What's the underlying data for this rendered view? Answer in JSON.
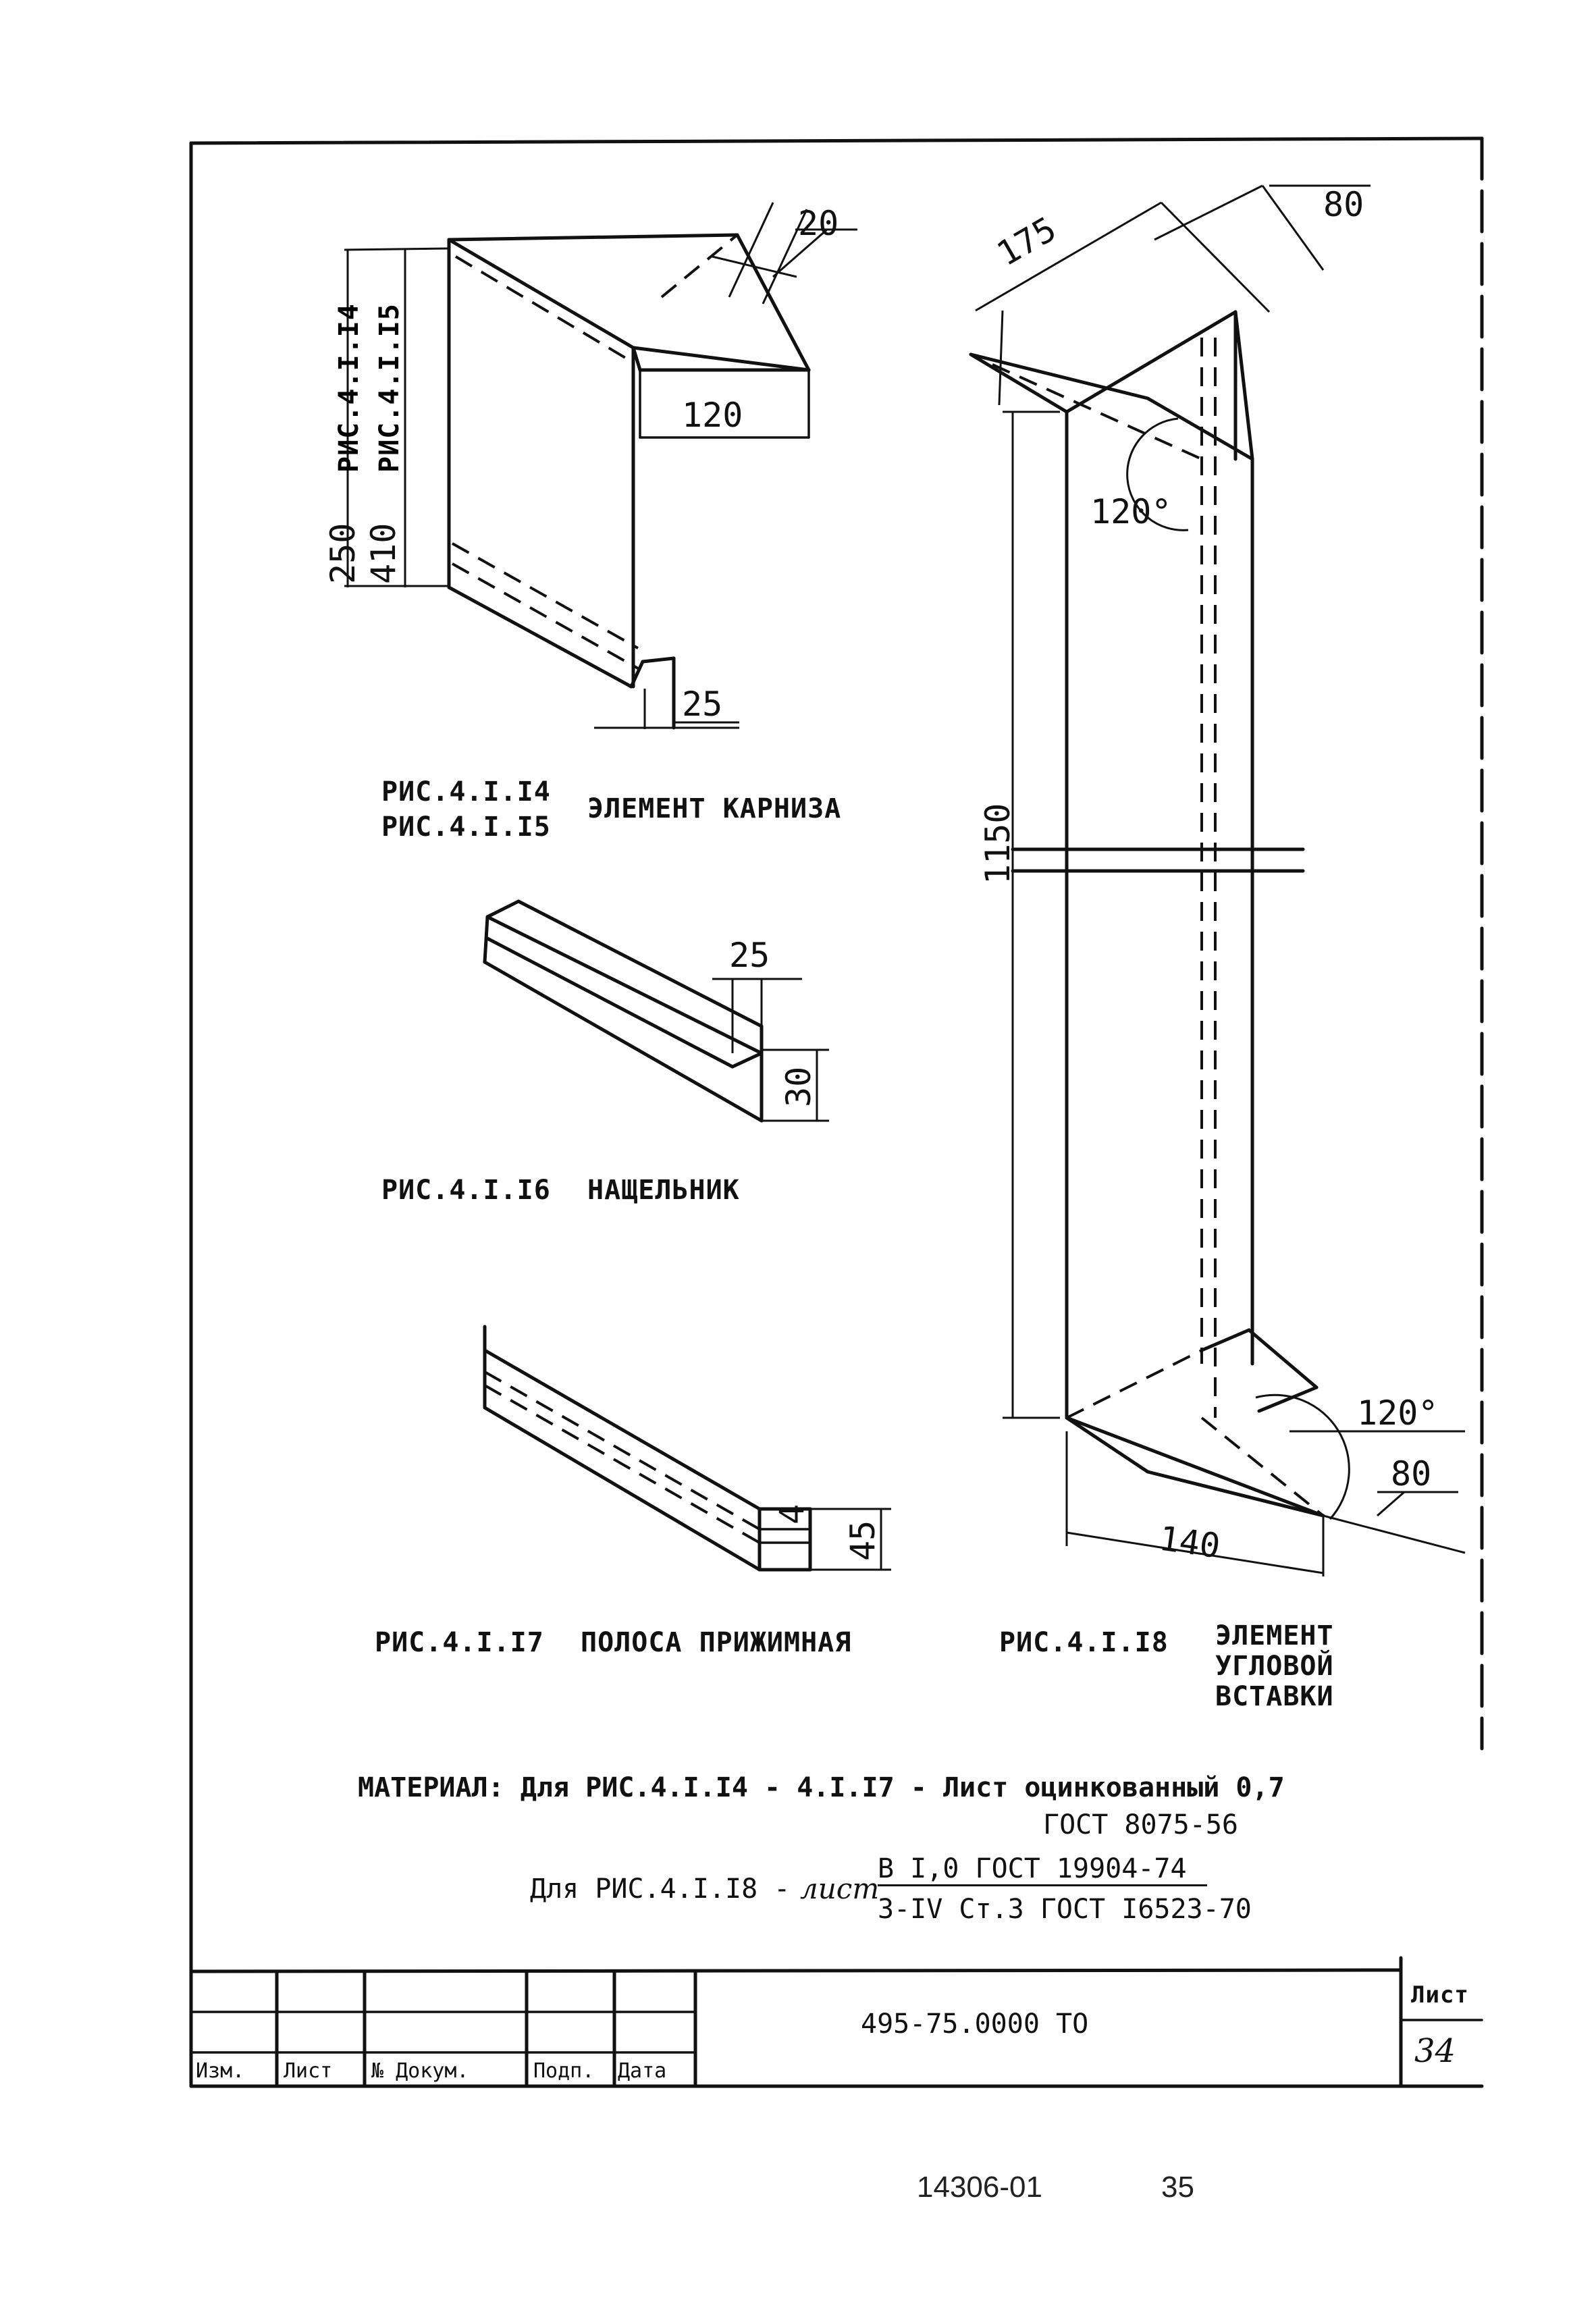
{
  "figures": {
    "fig_14_15": {
      "dims": {
        "d20": "20",
        "d120": "120",
        "d25": "25",
        "d250": "250",
        "d410": "410"
      },
      "ref_14": "РИС.4.I.I4",
      "ref_15": "РИС.4.I.I5",
      "caption_line1": "РИС.4.I.I4",
      "caption_line2": "РИС.4.I.I5",
      "caption_title": "ЭЛЕМЕНТ КАРНИЗА"
    },
    "fig_16": {
      "dims": {
        "d25": "25",
        "d30": "30"
      },
      "caption": "РИС.4.I.I6",
      "caption_title": "НАЩЕЛЬНИК"
    },
    "fig_17": {
      "dims": {
        "d4": "4",
        "d45": "45"
      },
      "caption": "РИС.4.I.I7",
      "caption_title": "ПОЛОСА ПРИЖИМНАЯ"
    },
    "fig_18": {
      "dims": {
        "d175": "175",
        "d80_top": "80",
        "d120deg_top": "120°",
        "d1150": "1150",
        "d120deg_bottom": "120°",
        "d80_bottom": "80",
        "d140": "140"
      },
      "caption": "РИС.4.I.I8",
      "caption_title_1": "ЭЛЕМЕНТ",
      "caption_title_2": "УГЛОВОЙ",
      "caption_title_3": "ВСТАВКИ"
    }
  },
  "material": {
    "line1": "МАТЕРИАЛ: Для РИС.4.I.I4 - 4.I.I7 - Лист оцинкованный 0,7",
    "line2": "ГОСТ 8075-56",
    "line3_prefix": "Для РИС.4.I.I8 -",
    "line3_hand": "лист",
    "fraction_top": "В I,0 ГОСТ 19904-74",
    "fraction_bottom": "3-IV Ст.3 ГОСТ I6523-70"
  },
  "title_block": {
    "col_izm": "Изм.",
    "col_list": "Лист",
    "col_dokum": "№ Докум.",
    "col_podp": "Подп.",
    "col_date": "Дата",
    "doc_code": "495-75.0000 ТО",
    "sheet_label": "Лист",
    "sheet_number": "34"
  },
  "footer": {
    "code": "14306-01",
    "page": "35"
  }
}
